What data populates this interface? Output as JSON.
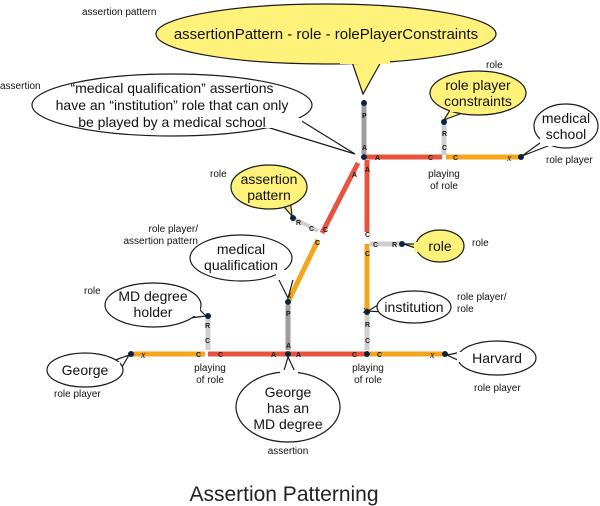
{
  "title": "Assertion Patterning",
  "colors": {
    "assertion_link": "#e8533f",
    "role_link": "#f5a51c",
    "gray_link": "#9e9e9e",
    "light_gray_link": "#cfcfcf",
    "callout_yellow": "#fff27a",
    "callout_white": "#ffffff",
    "node": "#0d2440"
  },
  "callouts": {
    "pattern_header": "assertionPattern - role - rolePlayerConstraints",
    "medical_qualification_note": [
      "“medical qualification” assertions",
      "have an “institution” role that can only",
      "be played by a medical school"
    ],
    "role_player_constraints": [
      "role player",
      "constraints"
    ],
    "medical_school": [
      "medical",
      "school"
    ],
    "assertion_pattern": [
      "assertion",
      "pattern"
    ],
    "role": "role",
    "medical_qualification": [
      "medical",
      "qualification"
    ],
    "md_degree_holder": [
      "MD degree",
      "holder"
    ],
    "institution": "institution",
    "george": "George",
    "harvard": "Harvard",
    "george_has_md": [
      "George",
      "has an",
      "MD degree"
    ]
  },
  "labels": {
    "assertion_pattern_top": "assertion pattern",
    "assertion_left": "assertion",
    "role_top_right": "role",
    "role_player_right": "role player",
    "playing_of_role_top": [
      "playing",
      "of role"
    ],
    "role_mid_left": "role",
    "role_player_assertion_pattern": [
      "role player/",
      "assertion pattern"
    ],
    "role_right": "role",
    "role_left": "role",
    "role_player_role": [
      "role player/",
      "role"
    ],
    "playing_of_role_left": [
      "playing",
      "of role"
    ],
    "playing_of_role_mid": [
      "playing",
      "of role"
    ],
    "role_player_left": "role player",
    "role_player_bottom_right": "role player",
    "assertion_bottom": "assertion"
  },
  "ports": {
    "p": "P",
    "a": "A",
    "c": "C",
    "r": "R",
    "x": "x"
  }
}
